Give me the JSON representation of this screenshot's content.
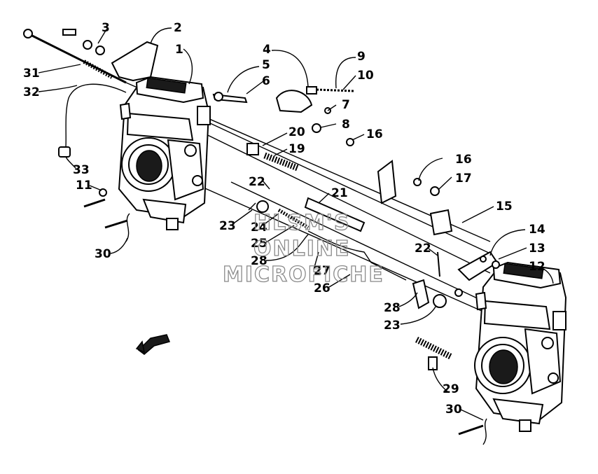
{
  "diagram": {
    "callouts": [
      {
        "id": "c1",
        "text": "1"
      },
      {
        "id": "c2",
        "text": "2"
      },
      {
        "id": "c3",
        "text": "3"
      },
      {
        "id": "c4",
        "text": "4"
      },
      {
        "id": "c5",
        "text": "5"
      },
      {
        "id": "c6",
        "text": "6"
      },
      {
        "id": "c7",
        "text": "7"
      },
      {
        "id": "c8",
        "text": "8"
      },
      {
        "id": "c9",
        "text": "9"
      },
      {
        "id": "c10",
        "text": "10"
      },
      {
        "id": "c11",
        "text": "11"
      },
      {
        "id": "c12",
        "text": "12"
      },
      {
        "id": "c13",
        "text": "13"
      },
      {
        "id": "c14",
        "text": "14"
      },
      {
        "id": "c15",
        "text": "15"
      },
      {
        "id": "c16a",
        "text": "16"
      },
      {
        "id": "c16b",
        "text": "16"
      },
      {
        "id": "c17",
        "text": "17"
      },
      {
        "id": "c19",
        "text": "19"
      },
      {
        "id": "c20",
        "text": "20"
      },
      {
        "id": "c21",
        "text": "21"
      },
      {
        "id": "c22a",
        "text": "22"
      },
      {
        "id": "c22b",
        "text": "22"
      },
      {
        "id": "c23a",
        "text": "23"
      },
      {
        "id": "c23b",
        "text": "23"
      },
      {
        "id": "c24",
        "text": "24"
      },
      {
        "id": "c25",
        "text": "25"
      },
      {
        "id": "c26",
        "text": "26"
      },
      {
        "id": "c27",
        "text": "27"
      },
      {
        "id": "c28a",
        "text": "28"
      },
      {
        "id": "c28b",
        "text": "28"
      },
      {
        "id": "c29",
        "text": "29"
      },
      {
        "id": "c30a",
        "text": "30"
      },
      {
        "id": "c30b",
        "text": "30"
      },
      {
        "id": "c31",
        "text": "31"
      },
      {
        "id": "c32",
        "text": "32"
      },
      {
        "id": "c33",
        "text": "33"
      }
    ],
    "watermark": [
      "HLSM'S",
      "ONLINE",
      "MICROFICHE"
    ]
  }
}
